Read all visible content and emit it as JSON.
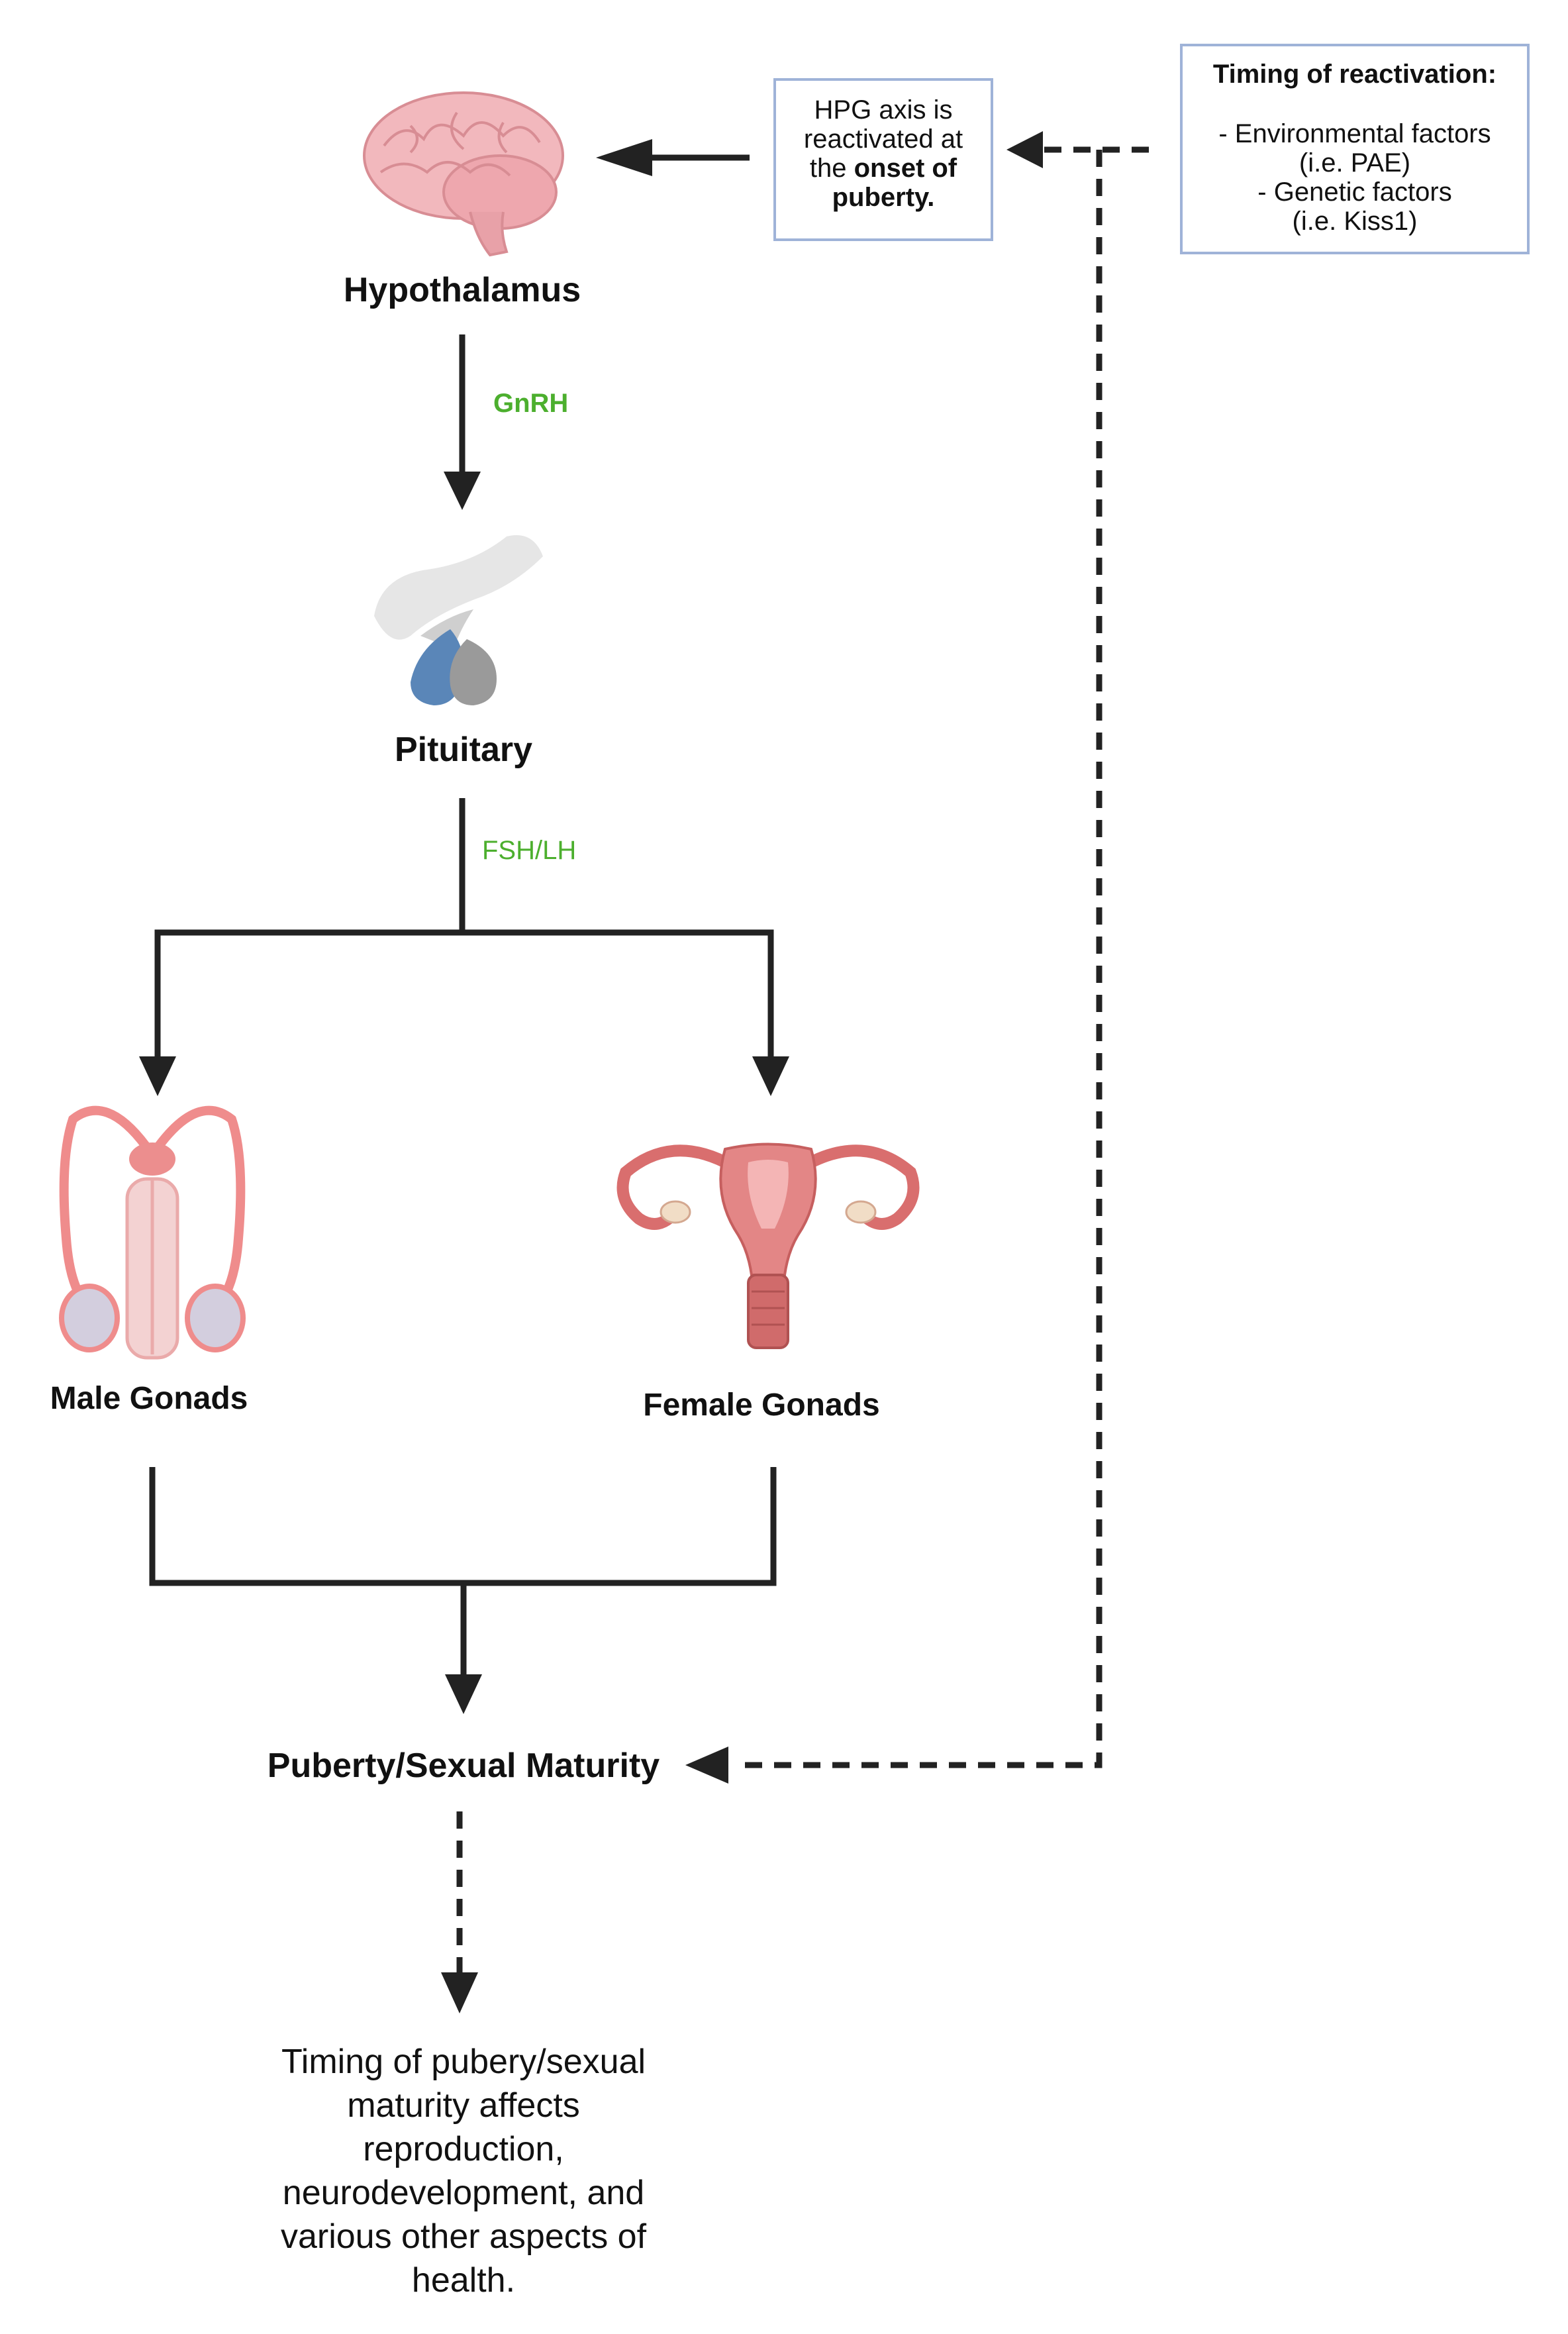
{
  "nodes": {
    "hypothalamus": "Hypothalamus",
    "pituitary": "Pituitary",
    "male_gonads": "Male Gonads",
    "female_gonads": "Female Gonads",
    "puberty": "Puberty/Sexual Maturity"
  },
  "hormones": {
    "gnrh": "GnRH",
    "fsh_lh": "FSH/LH"
  },
  "reactivation_box": {
    "line1": "HPG axis is",
    "line2": "reactivated at",
    "line3_pre": "the ",
    "line3_bold": "onset of",
    "line4_bold": "puberty."
  },
  "timing_box": {
    "title": "Timing of reactivation:",
    "item1": "- Environmental factors",
    "item1_note": "(i.e. PAE)",
    "item2": "- Genetic factors",
    "item2_note": "(i.e. Kiss1)"
  },
  "outcome": {
    "line1": "Timing of pubery/sexual",
    "line2": "maturity affects",
    "line3": "reproduction,",
    "line4": "neurodevelopment, and",
    "line5": "various other aspects of",
    "line6": "health."
  },
  "colors": {
    "arrow": "#222222",
    "hormone_text": "#4caf2e",
    "box_border": "#9fb3d8",
    "brain": "#f2b8bd",
    "uterus": "#e07a7a",
    "pituitary_blue": "#5a86b8"
  }
}
